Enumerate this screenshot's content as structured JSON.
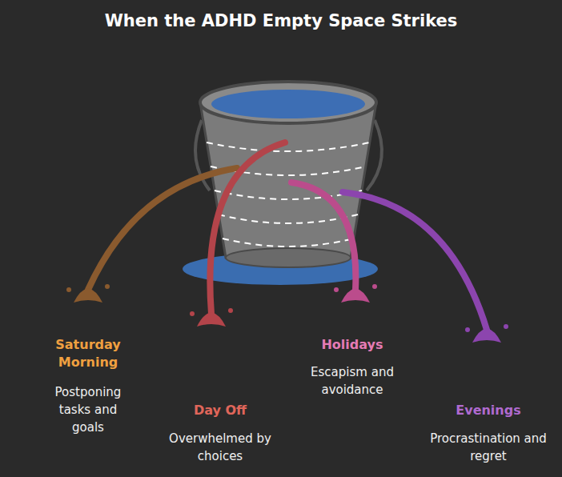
{
  "diagram": {
    "title": "When the ADHD Empty Space Strikes",
    "labels": [
      "Saturday Morning",
      "Postponing tasks and goals",
      "Day Off",
      "Overwhelmed by choices",
      "Holidays",
      "Escapism and avoidance",
      "Evenings",
      "Procrastination and regret"
    ]
  }
}
